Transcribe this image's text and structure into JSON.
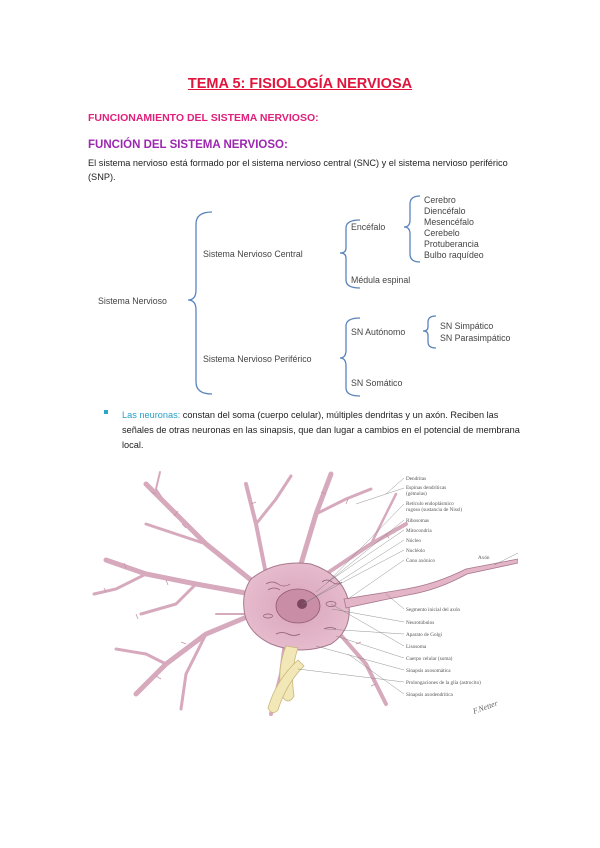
{
  "title": "TEMA 5: FISIOLOGÍA NERVIOSA",
  "section_heading": "FUNCIONAMIENTO DEL SISTEMA NERVIOSO:",
  "subsection_heading": "FUNCIÓN DEL SISTEMA NERVIOSO:",
  "intro_text": "El sistema nervioso está formado por el sistema nervioso central (SNC) y el sistema nervioso periférico (SNP).",
  "tree": {
    "root": "Sistema Nervioso",
    "central": "Sistema Nervioso Central",
    "encefalo": "Encéfalo",
    "encefalo_parts": [
      "Cerebro",
      "Diencéfalo",
      "Mesencéfalo",
      "Cerebelo",
      "Protuberancia",
      "Bulbo raquídeo"
    ],
    "medula": "Médula espinal",
    "periferico": "Sistema Nervioso Periférico",
    "autonomo": "SN Autónomo",
    "autonomo_parts": [
      "SN Simpático",
      "SN Parasimpático"
    ],
    "somatico": "SN Somático"
  },
  "bullet": {
    "lead": "Las neuronas:",
    "text": " constan del soma (cuerpo celular), múltiples dendritas y un axón. Reciben las señales de otras neuronas en las sinapsis, que dan lugar a cambios en el potencial de membrana local."
  },
  "figure": {
    "labels": [
      "Dendritas",
      "Espinas dendríticas",
      "(gémulas)",
      "Retículo endoplásmico",
      "rugoso (sustancia de Nissl)",
      "Ribosomas",
      "Mitocondria",
      "Núcleo",
      "Nucléolo",
      "Cono axónico",
      "Segmento inicial del axón",
      "Neurotúbulos",
      "Aparato de Golgi",
      "Lisosoma",
      "Cuerpo celular (soma)",
      "Sinapsis axosomática",
      "Prolongaciones de la glía (astrocito)",
      "Sinapsis axodendrítica"
    ],
    "axon_label": "Axón",
    "signature": "F.Netter",
    "colors": {
      "cell": "#e6b8c8",
      "outline": "#a8788e",
      "nucleus": "#c890a6",
      "glia": "#f2e7b6"
    }
  }
}
